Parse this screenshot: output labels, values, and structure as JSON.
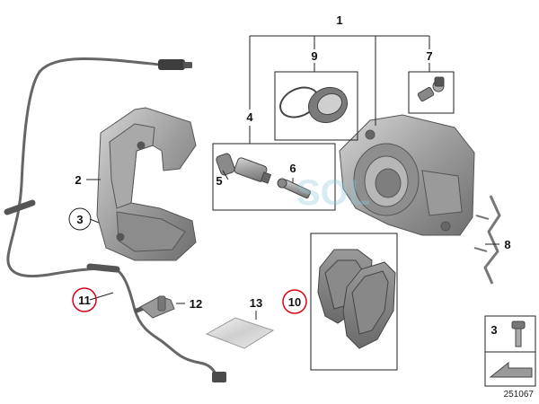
{
  "labels": {
    "p1": "1",
    "p2": "2",
    "p3": "3",
    "p4": "4",
    "p5": "5",
    "p6": "6",
    "p7": "7",
    "p8": "8",
    "p9": "9",
    "p10": "10",
    "p11": "11",
    "p12": "12",
    "p13": "13"
  },
  "legend_box": {
    "num": "3"
  },
  "figure_id": "251067",
  "watermark": "SOL",
  "highlight_color": "#d9001b",
  "line_color": "#222222",
  "part_colors": {
    "metal_light": "#b8b8b8",
    "metal_mid": "#8f8f8f",
    "metal_dark": "#6a6a6a",
    "pad": "#7d7d7d"
  }
}
